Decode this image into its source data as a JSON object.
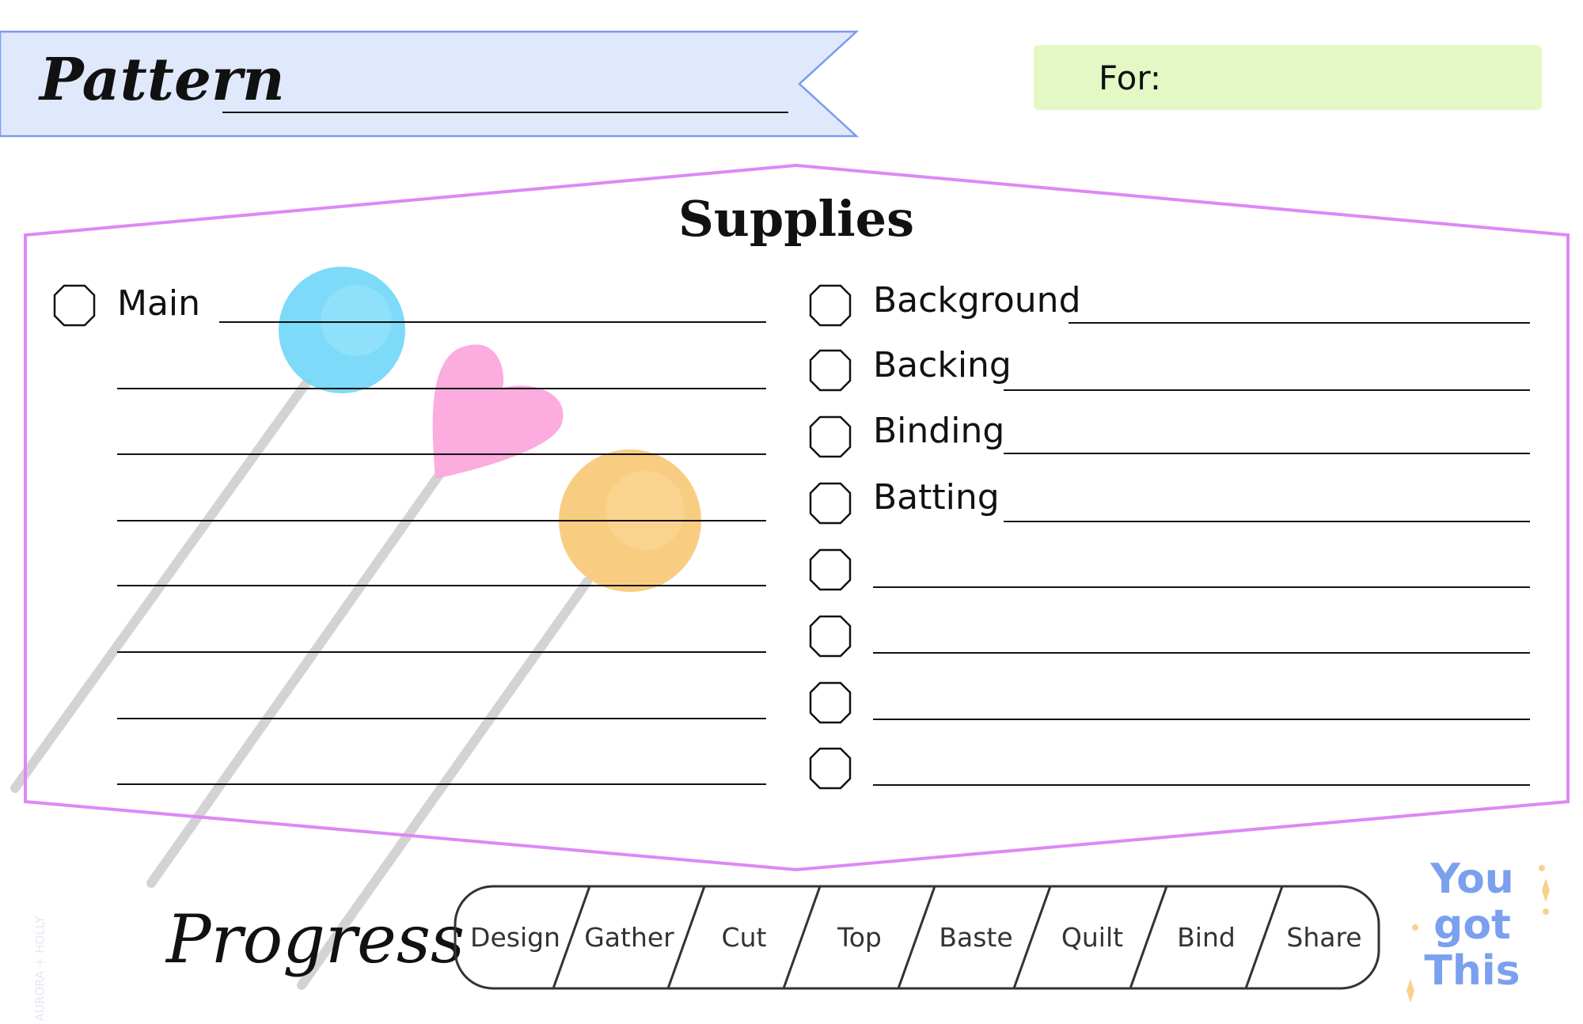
{
  "header": {
    "pattern_label": "Pattern",
    "for_label": "For:"
  },
  "supplies": {
    "title": "Supplies",
    "left_items": [
      {
        "label": "Main"
      }
    ],
    "right_items": [
      {
        "label": "Background"
      },
      {
        "label": "Backing"
      },
      {
        "label": "Binding"
      },
      {
        "label": "Batting"
      }
    ]
  },
  "progress": {
    "title": "Progress",
    "steps": [
      "Design",
      "Gather",
      "Cut",
      "Top",
      "Baste",
      "Quilt",
      "Bind",
      "Share"
    ]
  },
  "badge_text": "You got This",
  "watermark": "AURORA + HOLLY",
  "colors": {
    "banner_fill": "#e0e8fb",
    "banner_stroke": "#7a9cf0",
    "for_fill": "#e3f8c4",
    "panel_stroke": "#dd88f5",
    "pin_blue": "#6fd6f7",
    "pin_pink": "#fca8dc",
    "pin_orange": "#f8c873"
  }
}
